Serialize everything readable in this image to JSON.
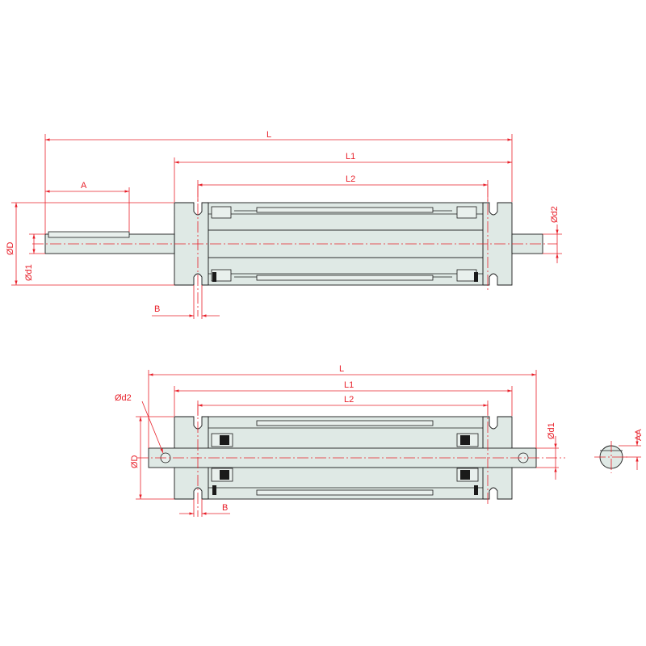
{
  "diagram": {
    "top_view": {
      "labels": {
        "L": "L",
        "L1": "L1",
        "L2": "L2",
        "A": "A",
        "B": "B",
        "D": "ØD",
        "d1": "Ød1",
        "d2": "Ød2"
      }
    },
    "bottom_view": {
      "labels": {
        "L": "L",
        "L1": "L1",
        "L2": "L2",
        "B": "B",
        "D": "ØD",
        "d1": "Ød1",
        "d2": "Ød2"
      }
    },
    "section_view": {
      "labels": {
        "AA": "AA"
      }
    },
    "colors": {
      "dimension": "#e8202a",
      "outline": "#1a1a1a",
      "fill": "#dfe9e5"
    }
  }
}
